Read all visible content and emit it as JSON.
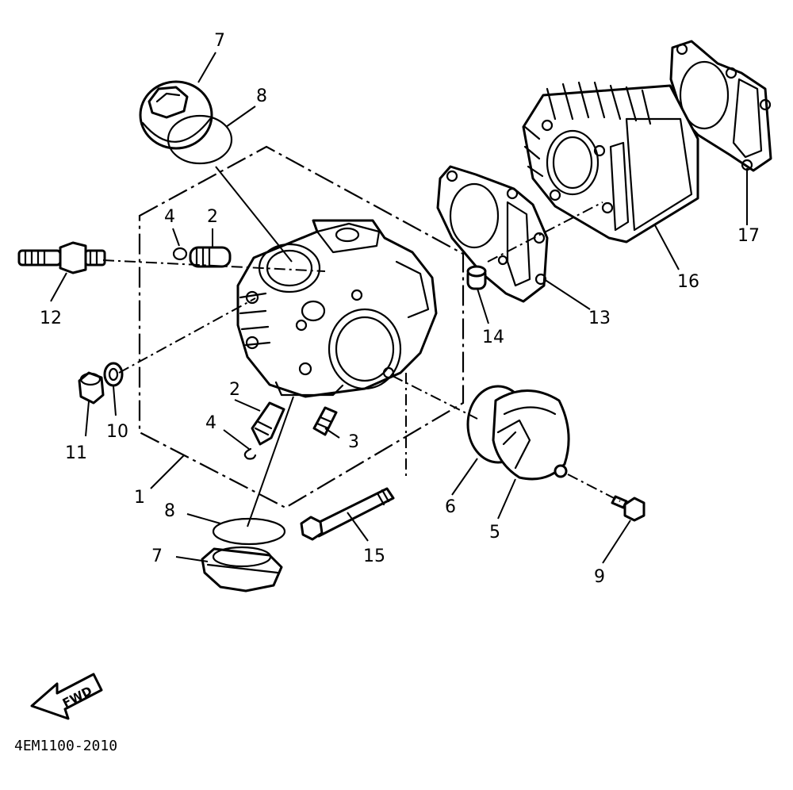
{
  "callouts": [
    {
      "id": "1",
      "label": "1"
    },
    {
      "id": "2a",
      "label": "2"
    },
    {
      "id": "2b",
      "label": "2"
    },
    {
      "id": "3",
      "label": "3"
    },
    {
      "id": "4a",
      "label": "4"
    },
    {
      "id": "4b",
      "label": "4"
    },
    {
      "id": "5",
      "label": "5"
    },
    {
      "id": "6",
      "label": "6"
    },
    {
      "id": "7a",
      "label": "7"
    },
    {
      "id": "7b",
      "label": "7"
    },
    {
      "id": "8a",
      "label": "8"
    },
    {
      "id": "8b",
      "label": "8"
    },
    {
      "id": "9",
      "label": "9"
    },
    {
      "id": "10",
      "label": "10"
    },
    {
      "id": "11",
      "label": "11"
    },
    {
      "id": "12",
      "label": "12"
    },
    {
      "id": "13",
      "label": "13"
    },
    {
      "id": "14",
      "label": "14"
    },
    {
      "id": "15",
      "label": "15"
    },
    {
      "id": "16",
      "label": "16"
    },
    {
      "id": "17",
      "label": "17"
    }
  ],
  "direction_arrow": {
    "text": "FWD",
    "icon": "fwd-arrow-icon"
  },
  "diagram_code": "4EM1100-2010"
}
